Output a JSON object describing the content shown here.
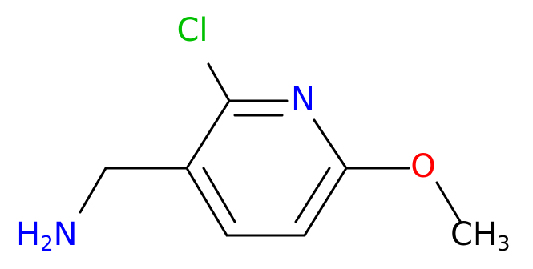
{
  "molecule": {
    "atoms": {
      "chlorine": {
        "symbol": "Cl",
        "color": "#00c000"
      },
      "nitrogen": {
        "symbol": "N",
        "color": "#0000ff"
      },
      "oxygen": {
        "symbol": "O",
        "color": "#ff0000"
      },
      "amine": {
        "symbol": "H",
        "subscript": "2",
        "suffix": "N",
        "color": "#0000ff"
      },
      "methyl": {
        "symbol": "CH",
        "subscript": "3",
        "color": "#000000"
      }
    },
    "bond_color": "#000000"
  }
}
